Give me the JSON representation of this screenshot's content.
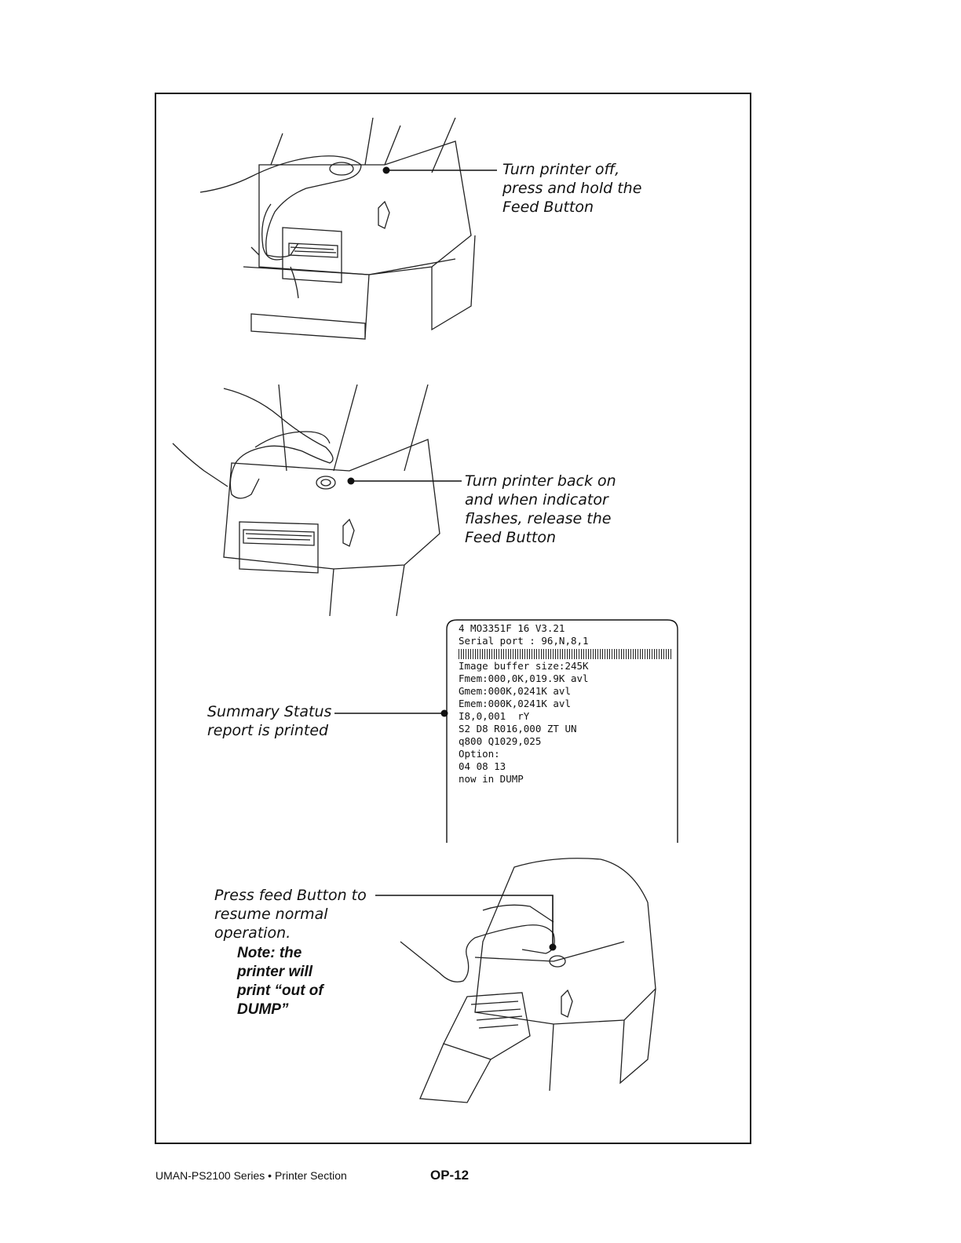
{
  "steps": [
    {
      "lines": [
        "Turn printer off,",
        "press and hold the",
        "Feed Button"
      ]
    },
    {
      "lines": [
        "Turn printer back on",
        "and when indicator",
        "flashes, release the",
        "Feed Button"
      ]
    },
    {
      "lines": [
        "Summary Status",
        "report is printed"
      ]
    },
    {
      "lines": [
        "Press feed Button to",
        "resume normal",
        "operation."
      ],
      "note_lines": [
        "Note: the",
        "printer will",
        "print “out of",
        "DUMP”"
      ]
    }
  ],
  "status_report": {
    "lines_top": [
      "4 MO3351F 16 V3.21",
      "Serial port : 96,N,8,1"
    ],
    "lines_bottom": [
      "Image buffer size:245K",
      "Fmem:000,0K,019.9K avl",
      "Gmem:000K,0241K avl",
      "Emem:000K,0241K avl",
      "I8,0,001  rY",
      "S2 D8 R016,000 ZT UN",
      "q800 Q1029,025",
      "Option:",
      "04 08 13",
      "now in DUMP"
    ]
  },
  "footer": {
    "doc_label": "UMAN-PS2100 Series • Printer Section",
    "page_number": "OP-12"
  }
}
